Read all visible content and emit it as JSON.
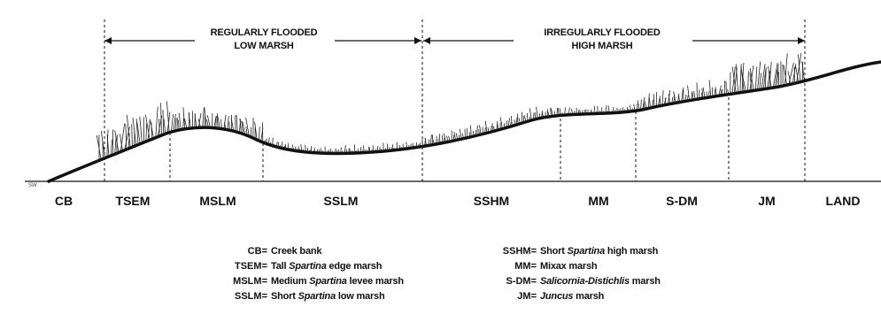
{
  "spans": [
    {
      "id": "low",
      "line1": "REGULARLY FLOODED",
      "line2": "LOW MARSH"
    },
    {
      "id": "high",
      "line1": "IRREGULARLY FLOODED",
      "line2": "HIGH MARSH"
    }
  ],
  "corner_tag": "SW",
  "zones": [
    "CB",
    "TSEM",
    "MSLM",
    "SSLM",
    "SSHM",
    "MM",
    "S-DM",
    "JM",
    "LAND"
  ],
  "legend": {
    "left": [
      {
        "code": "CB",
        "pre": "Creek bank",
        "ital": "",
        "post": ""
      },
      {
        "code": "TSEM",
        "pre": "Tall ",
        "ital": "Spartina",
        "post": " edge marsh"
      },
      {
        "code": "MSLM",
        "pre": "Medium ",
        "ital": "Spartina",
        "post": " levee marsh"
      },
      {
        "code": "SSLM",
        "pre": "Short ",
        "ital": "Spartina",
        "post": " low marsh"
      }
    ],
    "right": [
      {
        "code": "SSHM",
        "pre": "Short ",
        "ital": "Spartina",
        "post": " high marsh"
      },
      {
        "code": "MM",
        "pre": "Mixax marsh",
        "ital": "",
        "post": ""
      },
      {
        "code": "S-DM",
        "pre": "",
        "ital": "Salicornia-Distichlis",
        "post": " marsh"
      },
      {
        "code": "JM",
        "pre": "",
        "ital": "Juncus",
        "post": " marsh"
      }
    ]
  },
  "colors": {
    "ink": "#111111",
    "background": "#ffffff"
  }
}
